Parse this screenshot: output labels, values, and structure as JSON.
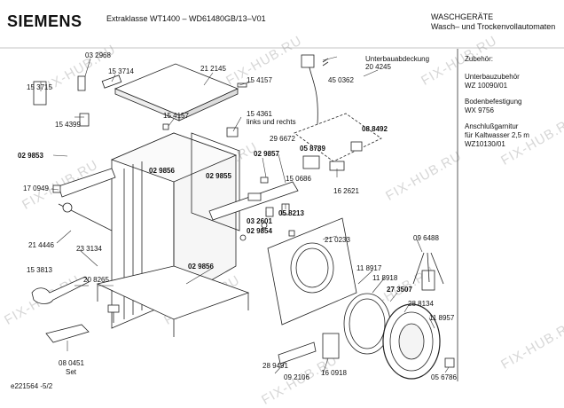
{
  "header": {
    "brand": "SIEMENS",
    "model": "Extraklasse WT1400 – WD61480GB/13–V01",
    "category": "WASCHGERÄTE",
    "subcategory": "Wasch– und Trockenvollautomaten"
  },
  "accessories": {
    "title": "Zubehör:",
    "items": [
      {
        "name": "Unterbauzubehör",
        "number": "WZ 10090/01"
      },
      {
        "name": "Bodenbefestigung",
        "number": "WX 9756"
      },
      {
        "name": "Anschlußgarnitur",
        "name2": "für Kaltwasser 2,5 m",
        "number": "WZ10130/01"
      }
    ]
  },
  "parts": {
    "p032968": "03 2968",
    "p153714": "15 3714",
    "p153715": "15 3715",
    "p154399": "15 4399",
    "p212145": "21 2145",
    "p154157a": "15 4157",
    "p154157b": "15 4157",
    "p450362": "45 0362",
    "unterbau": "Unterbauabdeckung",
    "p204245": "20 4245",
    "p154361": "15 4361",
    "links": "links und rechts",
    "p296672": "29 6672",
    "p029853": "02 9853",
    "p029856a": "02 9856",
    "p029855": "02 9855",
    "p029857": "02 9857",
    "p058789": "05 8789",
    "p088492": "08 8492",
    "p170949": "17 0949",
    "p150686": "15 0686",
    "p162621": "16 2621",
    "p032601": "03 2601",
    "p058213": "05 8213",
    "p029854": "02 9854",
    "p214446": "21 4446",
    "p233134": "23 3134",
    "p210233": "21 0233",
    "p096488": "09 6488",
    "p153813": "15 3813",
    "p029856b": "02 9856",
    "p208265": "20 8265",
    "p118917": "11 8917",
    "p118918": "11 8918",
    "p273507": "27 3507",
    "p288134": "28 8134",
    "p118957": "11 8957",
    "p080451": "08 0451",
    "set": "Set",
    "p289491": "28 9491",
    "p092106": "09 2106",
    "p160918": "16 0918",
    "p056786": "05 6786"
  },
  "footer": {
    "doc_id": "e221564 -5/2"
  },
  "watermark": "FIX-HUB.RU"
}
